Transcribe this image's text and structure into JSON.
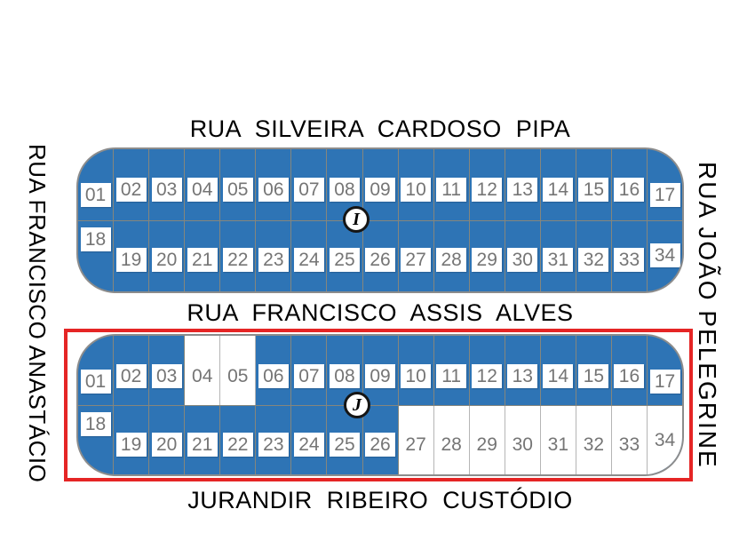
{
  "streets": {
    "top": "RUA SILVEIRA CARDOSO PIPA",
    "middle": "RUA FRANCISCO ASSIS ALVES",
    "bottom": "JURANDIR RIBEIRO CUSTÓDIO",
    "left": "RUA FRANCISCO ANASTÁCIO",
    "right": "RUA JOÃO PELEGRINE"
  },
  "blocks": [
    {
      "id": "I",
      "marker": "I",
      "highlighted": false,
      "lots": [
        {
          "num": "01",
          "vacant": false
        },
        {
          "num": "02",
          "vacant": false
        },
        {
          "num": "03",
          "vacant": false
        },
        {
          "num": "04",
          "vacant": false
        },
        {
          "num": "05",
          "vacant": false
        },
        {
          "num": "06",
          "vacant": false
        },
        {
          "num": "07",
          "vacant": false
        },
        {
          "num": "08",
          "vacant": false
        },
        {
          "num": "09",
          "vacant": false
        },
        {
          "num": "10",
          "vacant": false
        },
        {
          "num": "11",
          "vacant": false
        },
        {
          "num": "12",
          "vacant": false
        },
        {
          "num": "13",
          "vacant": false
        },
        {
          "num": "14",
          "vacant": false
        },
        {
          "num": "15",
          "vacant": false
        },
        {
          "num": "16",
          "vacant": false
        },
        {
          "num": "17",
          "vacant": false
        },
        {
          "num": "18",
          "vacant": false
        },
        {
          "num": "19",
          "vacant": false
        },
        {
          "num": "20",
          "vacant": false
        },
        {
          "num": "21",
          "vacant": false
        },
        {
          "num": "22",
          "vacant": false
        },
        {
          "num": "23",
          "vacant": false
        },
        {
          "num": "24",
          "vacant": false
        },
        {
          "num": "25",
          "vacant": false
        },
        {
          "num": "26",
          "vacant": false
        },
        {
          "num": "27",
          "vacant": false
        },
        {
          "num": "28",
          "vacant": false
        },
        {
          "num": "29",
          "vacant": false
        },
        {
          "num": "30",
          "vacant": false
        },
        {
          "num": "31",
          "vacant": false
        },
        {
          "num": "32",
          "vacant": false
        },
        {
          "num": "33",
          "vacant": false
        },
        {
          "num": "34",
          "vacant": false
        }
      ]
    },
    {
      "id": "J",
      "marker": "J",
      "highlighted": true,
      "lots": [
        {
          "num": "01",
          "vacant": false
        },
        {
          "num": "02",
          "vacant": false
        },
        {
          "num": "03",
          "vacant": false
        },
        {
          "num": "04",
          "vacant": true
        },
        {
          "num": "05",
          "vacant": true
        },
        {
          "num": "06",
          "vacant": false
        },
        {
          "num": "07",
          "vacant": false
        },
        {
          "num": "08",
          "vacant": false
        },
        {
          "num": "09",
          "vacant": false
        },
        {
          "num": "10",
          "vacant": false
        },
        {
          "num": "11",
          "vacant": false
        },
        {
          "num": "12",
          "vacant": false
        },
        {
          "num": "13",
          "vacant": false
        },
        {
          "num": "14",
          "vacant": false
        },
        {
          "num": "15",
          "vacant": false
        },
        {
          "num": "16",
          "vacant": false
        },
        {
          "num": "17",
          "vacant": false
        },
        {
          "num": "18",
          "vacant": false
        },
        {
          "num": "19",
          "vacant": false
        },
        {
          "num": "20",
          "vacant": false
        },
        {
          "num": "21",
          "vacant": false
        },
        {
          "num": "22",
          "vacant": false
        },
        {
          "num": "23",
          "vacant": false
        },
        {
          "num": "24",
          "vacant": false
        },
        {
          "num": "25",
          "vacant": false
        },
        {
          "num": "26",
          "vacant": false
        },
        {
          "num": "27",
          "vacant": true
        },
        {
          "num": "28",
          "vacant": true
        },
        {
          "num": "29",
          "vacant": true
        },
        {
          "num": "30",
          "vacant": true
        },
        {
          "num": "31",
          "vacant": true
        },
        {
          "num": "32",
          "vacant": true
        },
        {
          "num": "33",
          "vacant": true
        },
        {
          "num": "34",
          "vacant": true
        }
      ]
    }
  ],
  "colors": {
    "occupied": "#2e74b5",
    "vacant": "#ffffff",
    "highlight": "#e52525",
    "grid": "#85867d",
    "number": "#757575"
  }
}
